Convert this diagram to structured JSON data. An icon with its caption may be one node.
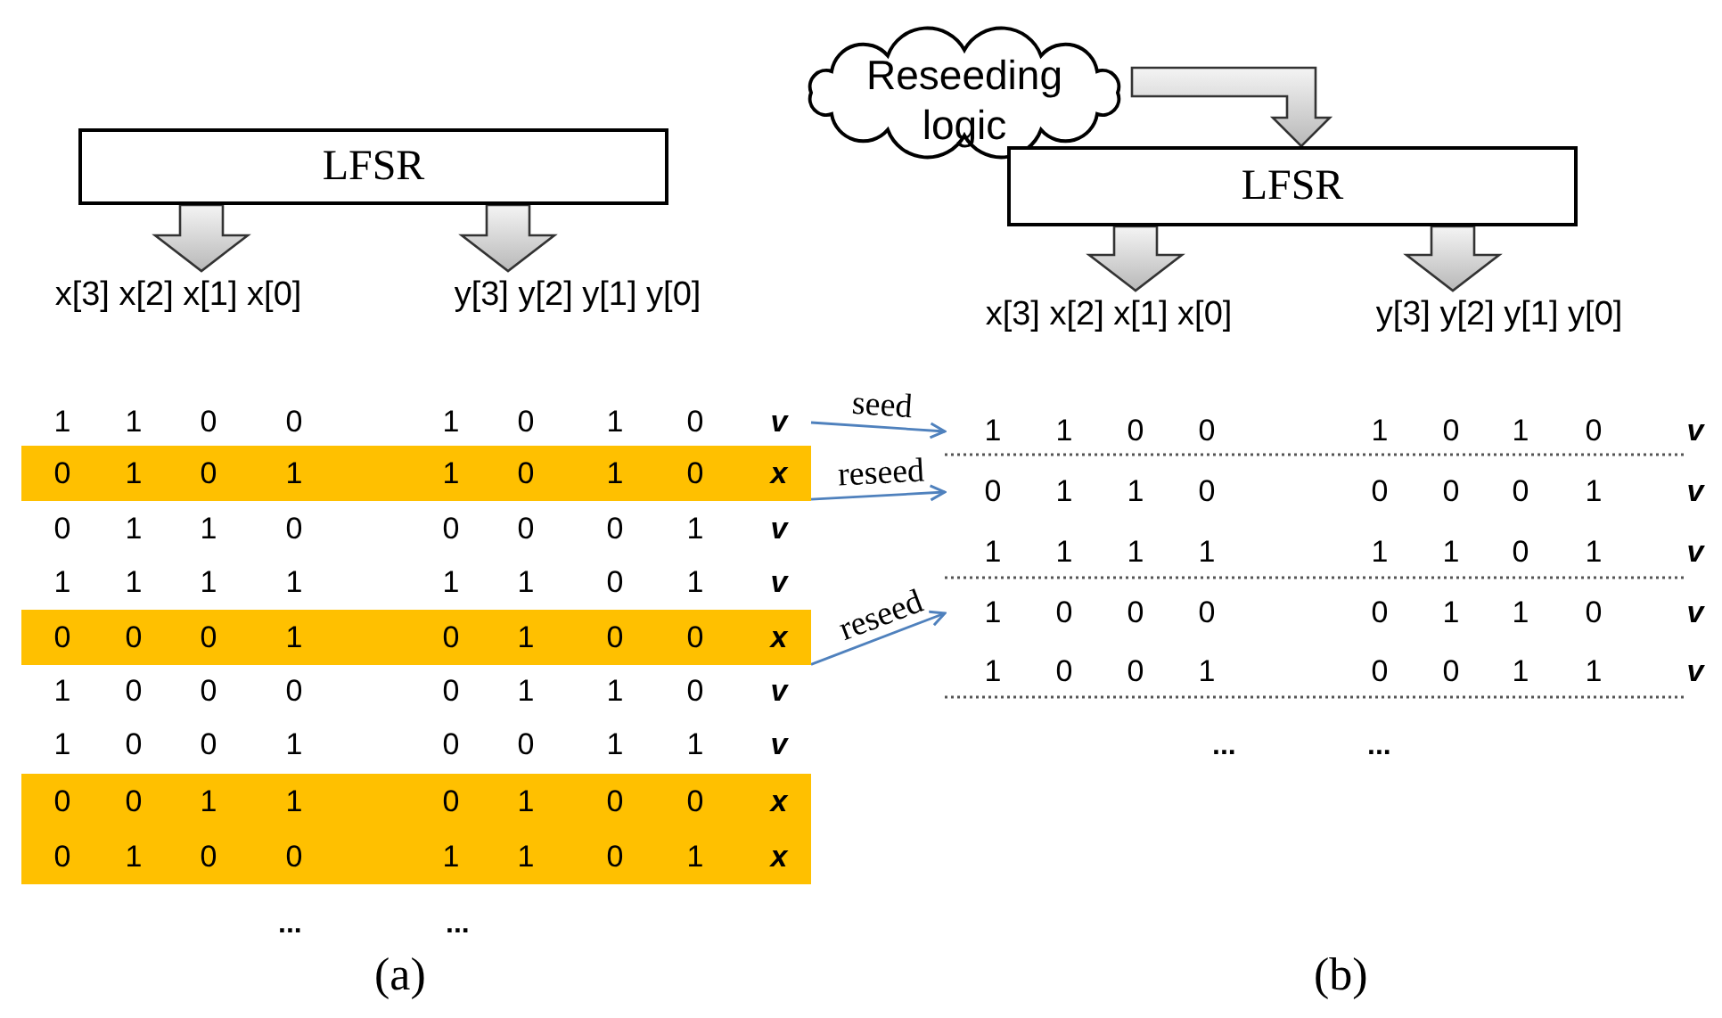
{
  "diagram": {
    "nodes": [
      {
        "text": [
          "LFSR"
        ]
      },
      {
        "text": [
          "x[3] x[2] x[1] x[0]"
        ]
      },
      {
        "text": [
          "y[3] y[2] y[1] y[0]"
        ]
      },
      {
        "text": [
          "1",
          "1",
          "0",
          "0",
          "1",
          "0",
          "1",
          "0",
          "v"
        ]
      },
      {
        "text": [],
        "shape": "bar"
      },
      {
        "text": [
          "0",
          "1",
          "0",
          "1",
          "1",
          "0",
          "1",
          "0",
          "x"
        ],
        "in": 4
      },
      {
        "text": [
          "0",
          "1",
          "1",
          "0",
          "0",
          "0",
          "0",
          "1",
          "v"
        ]
      },
      {
        "text": [
          "1",
          "1",
          "1",
          "1",
          "1",
          "1",
          "0",
          "1",
          "v"
        ]
      },
      {
        "text": [],
        "shape": "bar"
      },
      {
        "text": [
          "0",
          "0",
          "0",
          "1",
          "0",
          "1",
          "0",
          "0",
          "x"
        ],
        "in": 8
      },
      {
        "text": [
          "1",
          "0",
          "0",
          "0",
          "0",
          "1",
          "1",
          "0",
          "v"
        ]
      },
      {
        "text": [
          "1",
          "0",
          "0",
          "1",
          "0",
          "0",
          "1",
          "1",
          "v"
        ]
      },
      {
        "text": [],
        "shape": "bar"
      },
      {
        "text": [
          "0",
          "0",
          "1",
          "1",
          "0",
          "1",
          "0",
          "0",
          "x"
        ],
        "in": 12
      },
      {
        "text": [
          "0",
          "1",
          "0",
          "0",
          "1",
          "1",
          "0",
          "1",
          "x"
        ],
        "in": 12
      },
      {
        "text": [
          "Reseeding logic"
        ]
      },
      {
        "text": [
          "LFSR"
        ]
      },
      {
        "text": [
          "x[3] x[2] x[1] x[0]"
        ]
      },
      {
        "text": [
          "y[3] y[2] y[1] y[0]"
        ]
      },
      {
        "text": [
          "1",
          "1",
          "0",
          "0",
          "1",
          "0",
          "1",
          "0",
          "v"
        ]
      },
      {
        "text": [
          "0",
          "1",
          "1",
          "0",
          "0",
          "0",
          "0",
          "1",
          "v"
        ]
      },
      {
        "text": [
          "1",
          "1",
          "1",
          "1",
          "1",
          "1",
          "0",
          "1",
          "v"
        ]
      },
      {
        "text": [
          "1",
          "0",
          "0",
          "0",
          "0",
          "1",
          "1",
          "0",
          "v"
        ]
      },
      {
        "text": [
          "1",
          "0",
          "0",
          "1",
          "0",
          "0",
          "1",
          "1",
          "v"
        ]
      }
    ],
    "edges": [
      {
        "from": 0,
        "to": 1,
        "arrow": "to",
        "style": "thick"
      },
      {
        "from": 0,
        "to": 2,
        "arrow": "to",
        "style": "thick"
      },
      {
        "from": 15,
        "to": 16,
        "arrow": "to",
        "style": "thick"
      },
      {
        "from": 16,
        "to": 17,
        "arrow": "to",
        "style": "thick"
      },
      {
        "from": 16,
        "to": 18,
        "arrow": "to",
        "style": "thick"
      },
      {
        "from": 3,
        "to": 19,
        "arrow": "to",
        "label": "seed",
        "color": "#4f81bd"
      },
      {
        "from": 5,
        "to": 20,
        "arrow": "to",
        "label": "reseed",
        "color": "#4f81bd"
      },
      {
        "from": 9,
        "to": 22,
        "arrow": "to",
        "label": "reseed",
        "color": "#4f81bd"
      }
    ],
    "labels": [
      "...",
      "...",
      "...",
      "...",
      "(a)",
      "(b)"
    ]
  }
}
